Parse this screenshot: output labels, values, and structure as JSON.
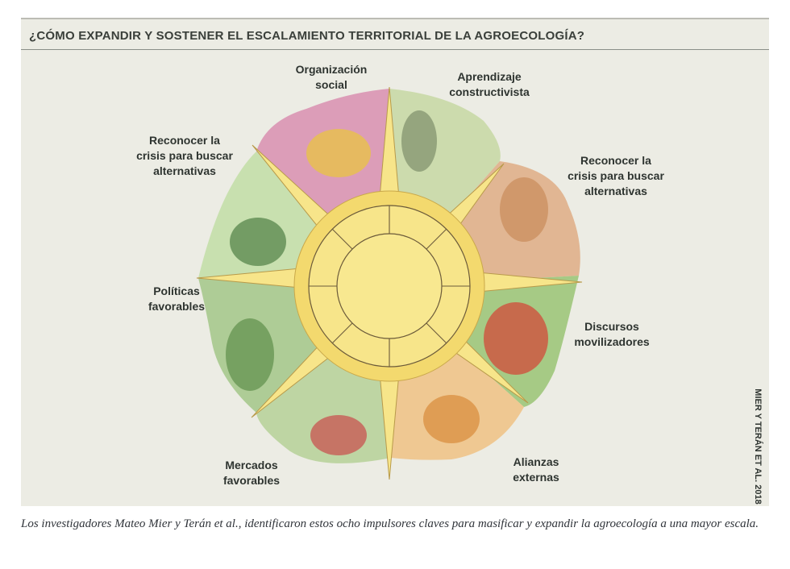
{
  "title": "¿CÓMO EXPANDIR Y SOSTENER EL ESCALAMIENTO TERRITORIAL DE LA AGROECOLOGÍA?",
  "labels": {
    "organizacion": "Organización\nsocial",
    "aprendizaje": "Aprendizaje\nconstructivista",
    "crisis_right": "Reconocer la\ncrisis para buscar\nalternativas",
    "discursos": "Discursos\nmovilizadores",
    "alianzas": "Alianzas\nexternas",
    "mercados": "Mercados\nfavorables",
    "politicas": "Políticas\nfavorables",
    "crisis_left": "Reconocer la\ncrisis para buscar\nalternativas"
  },
  "credit": "MIER Y TERÁN ET AL. 2018",
  "caption": "Los investigadores Mateo Mier y Terán et al., identificaron estos ocho impulsores claves para masificar y expandir la agroecología a una mayor escala.",
  "colors": {
    "sun": "#f7e58a",
    "sun_rays": "#f3d96e",
    "outline": "#6b5a3a",
    "panel": "#ecece4"
  }
}
